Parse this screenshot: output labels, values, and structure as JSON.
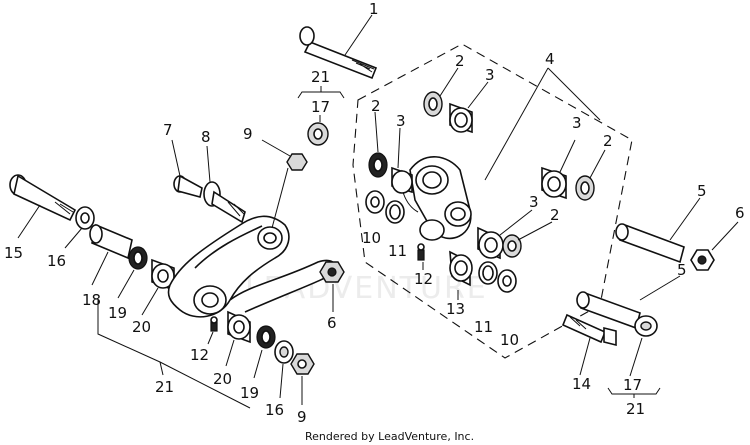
{
  "callouts": {
    "c1": "1",
    "c2a": "2",
    "c2b": "2",
    "c2c": "2",
    "c2d": "2",
    "c3a": "3",
    "c3b": "3",
    "c3c": "3",
    "c3d": "3",
    "c4": "4",
    "c5a": "5",
    "c5b": "5",
    "c6a": "6",
    "c6b": "6",
    "c7": "7",
    "c8": "8",
    "c9a": "9",
    "c9b": "9",
    "c10a": "10",
    "c10b": "10",
    "c11a": "11",
    "c11b": "11",
    "c12a": "12",
    "c12b": "12",
    "c13": "13",
    "c14": "14",
    "c15": "15",
    "c16a": "16",
    "c16b": "16",
    "c17a": "17",
    "c17b": "17",
    "c18": "18",
    "c19a": "19",
    "c19b": "19",
    "c20a": "20",
    "c20b": "20",
    "c21a": "21",
    "c21b": "21",
    "c21c": "21"
  },
  "watermark": "LEADVENTURE",
  "footer": "Rendered by LeadVenture, Inc."
}
